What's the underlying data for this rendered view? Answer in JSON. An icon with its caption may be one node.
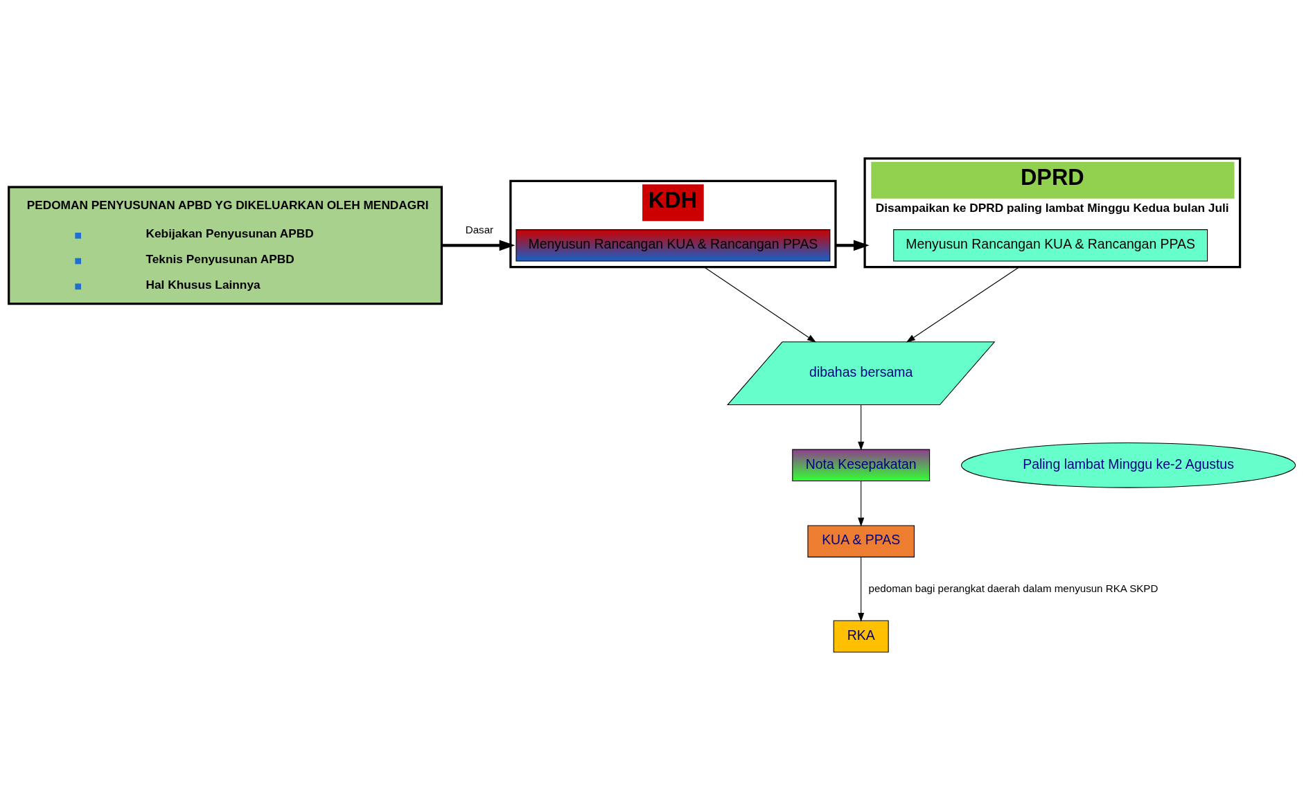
{
  "diagram": {
    "nodes": [
      {
        "text": [
          "PEDOMAN PENYUSUNAN APBD YG DIKELUARKAN OLEH MENDAGRI",
          "Kebijakan Penyusunan APBD",
          "Teknis Penyusunan APBD",
          "Hal Khusus Lainnya"
        ]
      },
      {
        "text": [
          "KDH"
        ]
      },
      {
        "text": [
          "Menyusun Rancangan KUA & Rancangan PPAS"
        ],
        "in": 1
      },
      {
        "text": [
          "DPRD",
          "Disampaikan ke DPRD paling lambat Minggu Kedua bulan Juli"
        ]
      },
      {
        "text": [
          "Menyusun Rancangan KUA & Rancangan PPAS"
        ],
        "in": 3
      },
      {
        "text": [
          "dibahas bersama"
        ]
      },
      {
        "text": [
          "Nota Kesepakatan"
        ]
      },
      {
        "text": [
          "Paling lambat Minggu ke-2 Agustus"
        ]
      },
      {
        "text": [
          "KUA & PPAS"
        ]
      },
      {
        "text": [
          "RKA"
        ]
      }
    ],
    "edges": [
      {
        "from": 0,
        "to": 1,
        "arrow": "to",
        "label": "Dasar",
        "style": "thick"
      },
      {
        "from": 1,
        "to": 3,
        "arrow": "to",
        "style": "thick"
      },
      {
        "from": 1,
        "to": 5,
        "arrow": "to"
      },
      {
        "from": 3,
        "to": 5,
        "arrow": "to"
      },
      {
        "from": 5,
        "to": 6,
        "arrow": "to"
      },
      {
        "from": 6,
        "to": 8,
        "arrow": "to"
      },
      {
        "from": 8,
        "to": 9,
        "arrow": "to",
        "label": "pedoman bagi perangkat daerah dalam menyusun RKA SKPD"
      }
    ]
  }
}
